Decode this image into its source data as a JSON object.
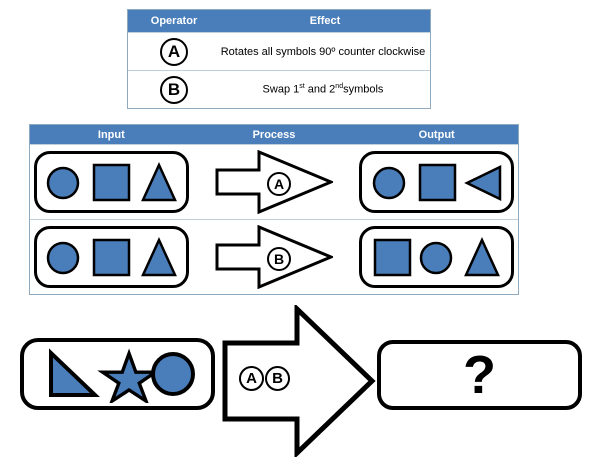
{
  "operator_table": {
    "headers": {
      "operator": "Operator",
      "effect": "Effect"
    },
    "rows": [
      {
        "operator": "A",
        "effect_pre": "Rotates all symbols 90º counter clockwise",
        "effect_parts": [
          "Rotates all symbols 90º counter clockwise"
        ]
      },
      {
        "operator": "B",
        "effect_parts": [
          "Swap 1",
          "st",
          " and 2",
          "nd",
          "symbols"
        ]
      }
    ]
  },
  "process_table": {
    "headers": {
      "input": "Input",
      "process": "Process",
      "output": "Output"
    },
    "rows": [
      {
        "input_shapes": [
          "circle",
          "square",
          "triangle-up"
        ],
        "operator": "A",
        "output_shapes": [
          "circle",
          "square",
          "triangle-left"
        ]
      },
      {
        "input_shapes": [
          "circle",
          "square",
          "triangle-up"
        ],
        "operator": "B",
        "output_shapes": [
          "square",
          "circle",
          "triangle-up"
        ]
      }
    ]
  },
  "question": {
    "input_shapes": [
      "right-triangle",
      "star",
      "circle"
    ],
    "operators": [
      "A",
      "B"
    ],
    "answer": "?"
  },
  "colors": {
    "shape_fill": "#4a7ebb",
    "shape_stroke": "#000000",
    "header_bg": "#4a7ebb",
    "header_text": "#ffffff",
    "table_border": "#8fa9bf",
    "background": "#ffffff"
  }
}
